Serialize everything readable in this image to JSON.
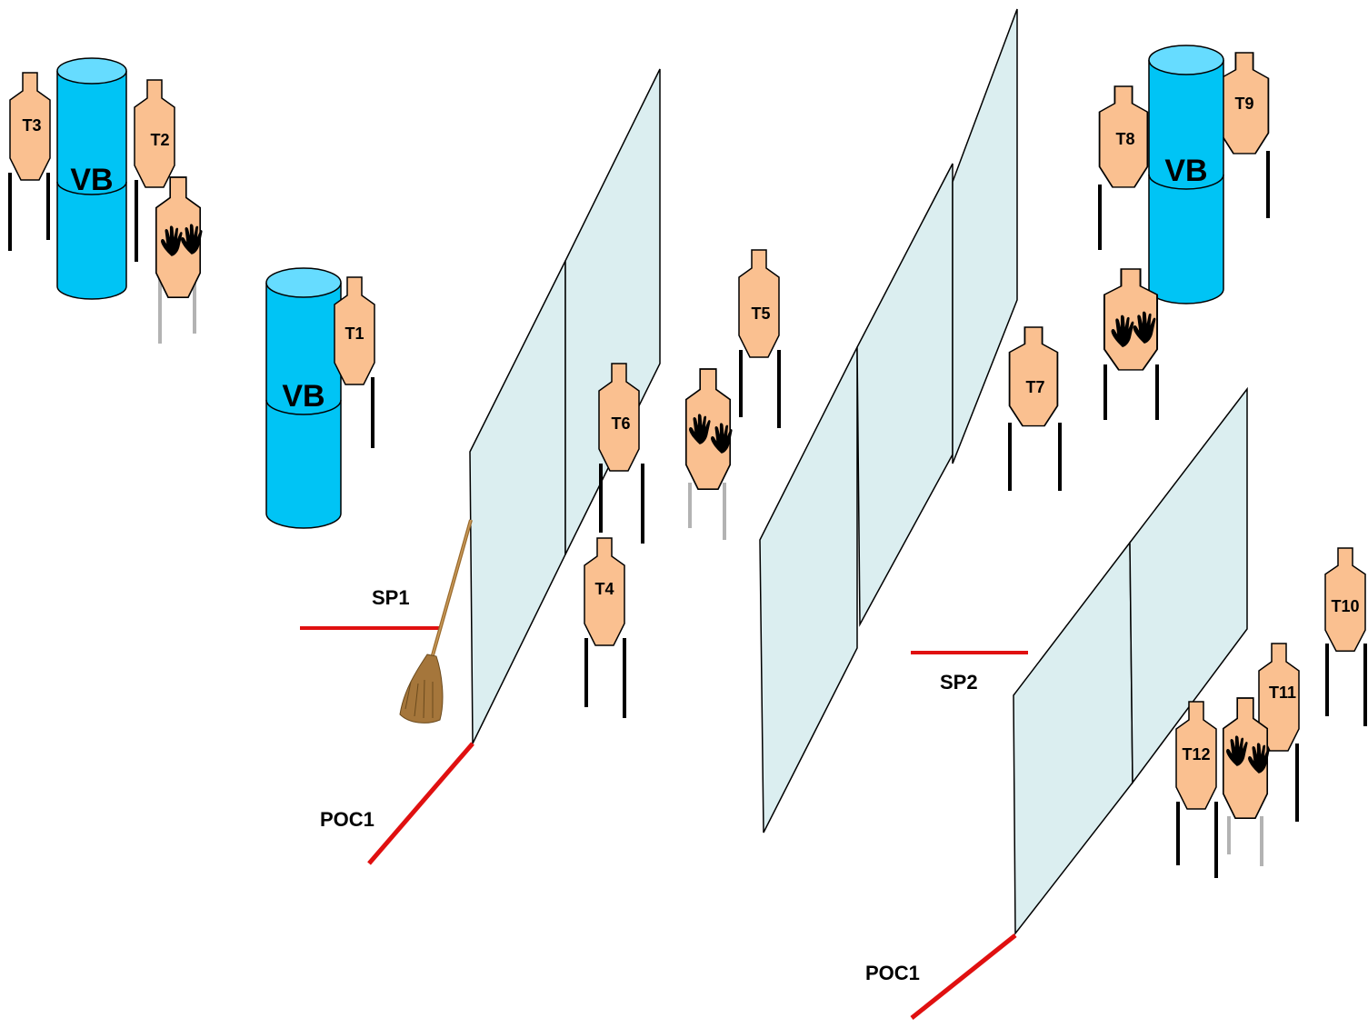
{
  "colors": {
    "target_fill": "#fac090",
    "barrel_fill": "#00c4f5",
    "barrel_top": "#66dcff",
    "wall_fill": "#dbeef0",
    "line_red": "#e01010",
    "leg_dark": "#000000",
    "leg_gray": "#b3b3b3",
    "broom": "#9a6a2c"
  },
  "barrels": [
    {
      "label": "VB"
    },
    {
      "label": "VB"
    },
    {
      "label": "VB"
    }
  ],
  "targets": [
    {
      "label": "T1",
      "kind": "shoot"
    },
    {
      "label": "T2",
      "kind": "shoot"
    },
    {
      "label": "T3",
      "kind": "shoot"
    },
    {
      "label": "T4",
      "kind": "shoot"
    },
    {
      "label": "T5",
      "kind": "shoot"
    },
    {
      "label": "T6",
      "kind": "shoot"
    },
    {
      "label": "T7",
      "kind": "shoot"
    },
    {
      "label": "T8",
      "kind": "shoot"
    },
    {
      "label": "T9",
      "kind": "shoot"
    },
    {
      "label": "T10",
      "kind": "shoot"
    },
    {
      "label": "T11",
      "kind": "shoot"
    },
    {
      "label": "T12",
      "kind": "shoot"
    },
    {
      "label": "",
      "kind": "no-shoot",
      "icon": "hands-icon"
    },
    {
      "label": "",
      "kind": "no-shoot",
      "icon": "hands-icon"
    },
    {
      "label": "",
      "kind": "no-shoot",
      "icon": "hands-icon"
    },
    {
      "label": "",
      "kind": "no-shoot",
      "icon": "hands-icon"
    }
  ],
  "markers": {
    "sp1": "SP1",
    "sp2": "SP2",
    "poc1_a": "POC1",
    "poc1_b": "POC1"
  },
  "props": {
    "broom": "broom-icon"
  }
}
